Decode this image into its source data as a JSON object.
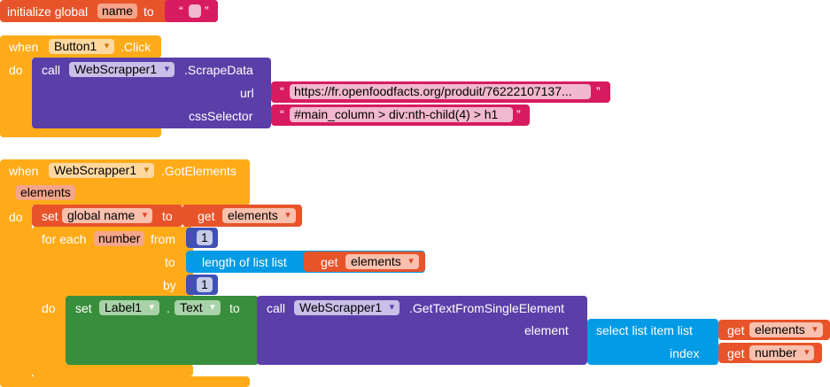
{
  "init_block": {
    "label": "initialize global",
    "var_name": "name",
    "to": "to",
    "quote_open": "“",
    "quote_close": "”"
  },
  "click_event": {
    "when": "when",
    "component": "Button1",
    "event": ".Click",
    "do": "do",
    "call": "call",
    "call_component": "WebScrapper1",
    "method": ".ScrapeData",
    "url_label": "url",
    "url_value": "https://fr.openfoodfacts.org/produit/76222107137...",
    "css_label": "cssSelector",
    "css_value": "#main_column > div:nth-child(4) > h1",
    "quote_open": "“",
    "quote_close": "”"
  },
  "got_elements_event": {
    "when": "when",
    "component": "WebScrapper1",
    "event": ".GotElements",
    "param": "elements",
    "do": "do",
    "set": "set",
    "set_var": "global name",
    "to": "to",
    "get": "get",
    "get_var": "elements",
    "for_each": "for each",
    "loop_var": "number",
    "from": "from",
    "from_value": "1",
    "to_label": "to",
    "length_of_list": "length of list  list",
    "get_list": "elements",
    "by": "by",
    "by_value": "1",
    "loop_do": "do",
    "set_label": "set",
    "label_component": "Label1",
    "dot": ".",
    "label_prop": "Text",
    "set_to": "to",
    "call": "call",
    "call_component": "WebScrapper1",
    "call_method": ".GetTextFromSingleElement",
    "element_label": "element",
    "select_list_item": "select list item  list",
    "sel_get_var": "elements",
    "index_label": "index",
    "index_get_var": "number"
  }
}
